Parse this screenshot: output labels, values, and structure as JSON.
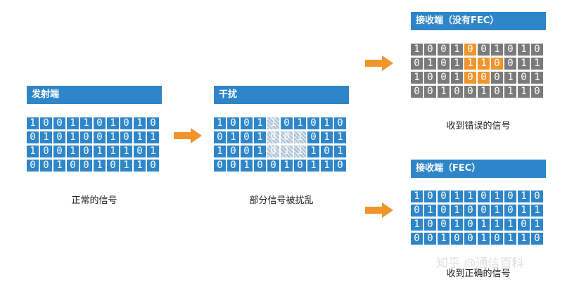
{
  "colors": {
    "bit_cell": "#2e86c8",
    "received_cell": "#7a7a7a",
    "error_cell": "#f0942c",
    "noise_cell": "#c7d6e4",
    "header": "#2e86c8",
    "arrow": "#f0942c"
  },
  "sender": {
    "title": "发射端",
    "caption": "正常的信号",
    "rows": [
      [
        "1",
        "0",
        "0",
        "1",
        "1",
        "0",
        "1",
        "0",
        "1",
        "0"
      ],
      [
        "0",
        "1",
        "0",
        "1",
        "0",
        "0",
        "1",
        "0",
        "1",
        "1"
      ],
      [
        "1",
        "0",
        "0",
        "1",
        "0",
        "1",
        "1",
        "1",
        "0",
        "1"
      ],
      [
        "0",
        "0",
        "1",
        "0",
        "0",
        "1",
        "0",
        "1",
        "1",
        "0"
      ]
    ]
  },
  "interference": {
    "title": "干扰",
    "caption": "部分信号被扰乱",
    "rows": [
      [
        "1",
        "0",
        "0",
        "1",
        "1",
        "0",
        "1",
        "0",
        "1",
        "0"
      ],
      [
        "0",
        "1",
        "0",
        "1",
        "0",
        "0",
        "1",
        "0",
        "1",
        "1"
      ],
      [
        "1",
        "0",
        "0",
        "1",
        "0",
        "1",
        "1",
        "1",
        "0",
        "1"
      ],
      [
        "0",
        "0",
        "1",
        "0",
        "0",
        "1",
        "0",
        "1",
        "1",
        "0"
      ]
    ],
    "noise_cells": [
      [
        0,
        4
      ],
      [
        1,
        4
      ],
      [
        1,
        5
      ],
      [
        1,
        6
      ],
      [
        2,
        4
      ],
      [
        2,
        5
      ],
      [
        2,
        6
      ]
    ]
  },
  "receiver_no_fec": {
    "title": "接收端（没有FEC）",
    "caption": "收到错误的信号",
    "rows": [
      [
        "1",
        "0",
        "0",
        "1",
        "0",
        "0",
        "1",
        "0",
        "1",
        "0"
      ],
      [
        "0",
        "1",
        "0",
        "1",
        "1",
        "1",
        "0",
        "0",
        "1",
        "1"
      ],
      [
        "1",
        "0",
        "0",
        "1",
        "0",
        "0",
        "0",
        "1",
        "0",
        "1"
      ],
      [
        "0",
        "0",
        "1",
        "0",
        "0",
        "1",
        "0",
        "1",
        "1",
        "0"
      ]
    ],
    "error_cells": [
      [
        0,
        4
      ],
      [
        1,
        4
      ],
      [
        1,
        5
      ],
      [
        1,
        6
      ],
      [
        2,
        4
      ],
      [
        2,
        5
      ]
    ]
  },
  "receiver_fec": {
    "title": "接收端（FEC）",
    "caption": "收到正确的信号",
    "rows": [
      [
        "1",
        "0",
        "0",
        "1",
        "1",
        "0",
        "1",
        "0",
        "1",
        "0"
      ],
      [
        "0",
        "1",
        "0",
        "1",
        "0",
        "0",
        "1",
        "0",
        "1",
        "1"
      ],
      [
        "1",
        "0",
        "0",
        "1",
        "0",
        "1",
        "1",
        "1",
        "0",
        "1"
      ],
      [
        "0",
        "0",
        "1",
        "0",
        "0",
        "1",
        "0",
        "1",
        "1",
        "0"
      ]
    ]
  },
  "watermark": "知乎 @通信百科"
}
